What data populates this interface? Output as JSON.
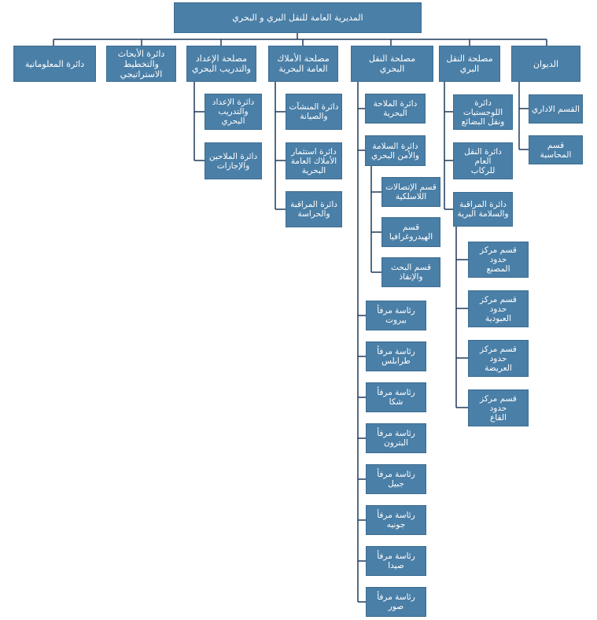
{
  "root": "المديرية العامة للنقل البري و البحري",
  "colors": {
    "box": "#4a7fa7",
    "line": "#1f3a5a",
    "text": "#ffffff"
  },
  "top_level": {
    "diwan": "الديوان",
    "land": "مصلحة النقل\nالبري",
    "maritime": "مصلحة النقل\nالبحري",
    "property": "مصلحة الأملاك\nالعامة البحرية",
    "training": "مصلحة الإعداد\nوالتدريب البحري",
    "research": "دائرة الأبحاث\nوالتخطيط\nالاستراتيجي",
    "info": "دائرة المعلوماتية"
  },
  "diwan_children": [
    "القسم الاداري",
    "قسم المحاسبة"
  ],
  "land_children": [
    "دائرة اللوجستيات\nونقل البضائع",
    "دائرة النقل العام\nللركاب",
    "دائرة المراقبة\nوالسلامة البرية"
  ],
  "land_border_centers": [
    "قسم مركز حدود\nالمصنع",
    "قسم مركز حدود\nالعبودية",
    "قسم مركز حدود\nالعريضة",
    "قسم مركز حدود\nالقاع"
  ],
  "maritime_children": [
    "دائرة الملاحة\nالبحرية",
    "دائرة السلامة\nوالأمن البحري"
  ],
  "maritime_safety_children": [
    "قسم الإتصالات\nاللاسلكية",
    "قسم\nالهيدروغرافيا",
    "قسم البحث\nوالإنقاذ"
  ],
  "ports": [
    "رئاسة مرفأ\nبيروت",
    "رئاسة مرفأ\nطرابلس",
    "رئاسة مرفأ شكا",
    "رئاسة مرفأ\nالبترون",
    "رئاسة مرفأ جبيل",
    "رئاسة مرفأ\nجونيه",
    "رئاسة مرفأ صيدا",
    "رئاسة مرفأ\nصور"
  ],
  "property_children": [
    "دائرة المنشآت\nوالصيانة",
    "دائرة استثمار\nالأملاك العامة\nالبحرية",
    "دائرة المراقبة\nوالحراسة"
  ],
  "training_children": [
    "دائرة الإعداد\nوالتدريب\nالبحري",
    "دائرة الملاحين\nوالإجازات"
  ]
}
